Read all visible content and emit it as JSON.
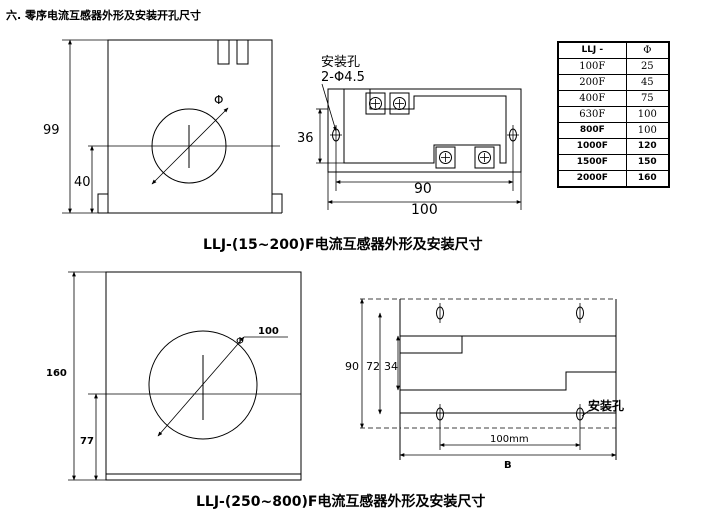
{
  "section_title": "六. 零序电流互感器外形及安装开孔尺寸",
  "fig1": {
    "caption": "LLJ-(15~200)F电流互感器外形及安装尺寸",
    "dim_height": "99",
    "dim_center": "40",
    "phi_symbol": "Φ",
    "hole_label": "安装孔",
    "hole_spec": "2-Φ4.5",
    "dim_36": "36",
    "dim_90": "90",
    "dim_100": "100"
  },
  "fig2": {
    "caption": "LLJ-(250~800)F电流互感器外形及安装尺寸",
    "dim_height": "160",
    "dim_center": "77",
    "phi_value": "100",
    "phi_symbol": "Φ",
    "dim_90": "90",
    "dim_72": "72",
    "dim_34": "34",
    "hole_label": "安装孔",
    "dim_100mm": "100mm",
    "dim_B": "B"
  },
  "spec_table": {
    "headers": [
      "LLJ -",
      "Φ"
    ],
    "rows": [
      [
        "100F",
        "25"
      ],
      [
        "200F",
        "45"
      ],
      [
        "400F",
        "75"
      ],
      [
        "630F",
        "100"
      ],
      [
        "800F",
        "100"
      ],
      [
        "1000F",
        "120"
      ],
      [
        "1500F",
        "150"
      ],
      [
        "2000F",
        "160"
      ]
    ]
  }
}
